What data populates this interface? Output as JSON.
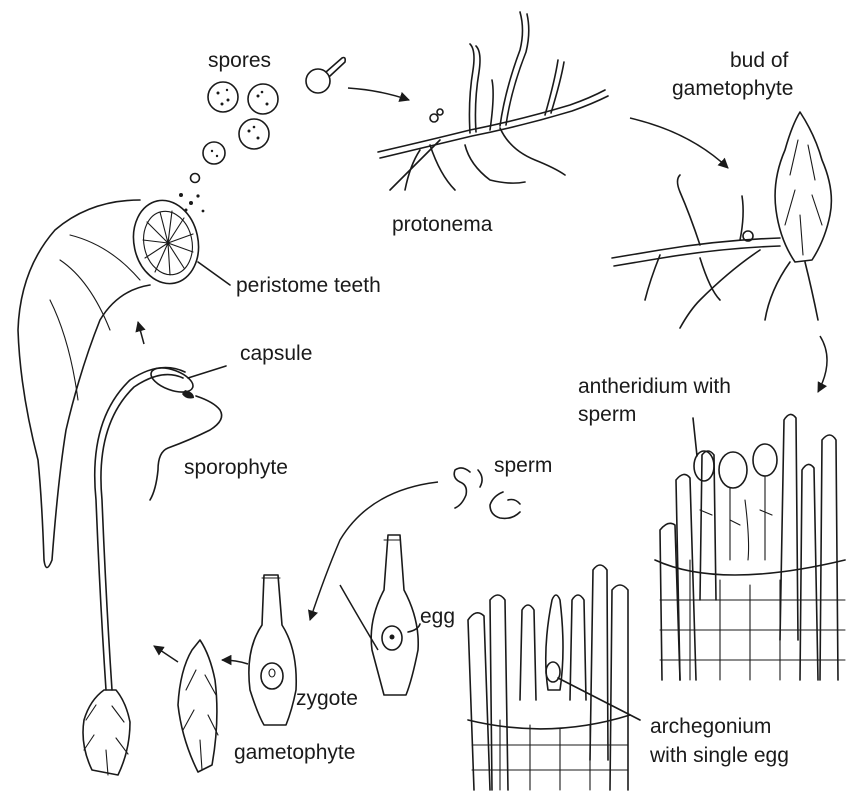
{
  "labels": {
    "spores": "spores",
    "protonema": "protonema",
    "bud_of_gametophyte_line1": "bud of",
    "bud_of_gametophyte_line2": "gametophyte",
    "peristome_teeth": "peristome teeth",
    "capsule": "capsule",
    "antheridium_line1": "antheridium with",
    "antheridium_line2": "sperm",
    "sporophyte": "sporophyte",
    "sperm": "sperm",
    "egg": "egg",
    "zygote": "zygote",
    "gametophyte": "gametophyte",
    "archegonium_line1": "archegonium",
    "archegonium_line2": "with single egg"
  },
  "colors": {
    "ink": "#1a1a1a",
    "background": "#ffffff"
  }
}
